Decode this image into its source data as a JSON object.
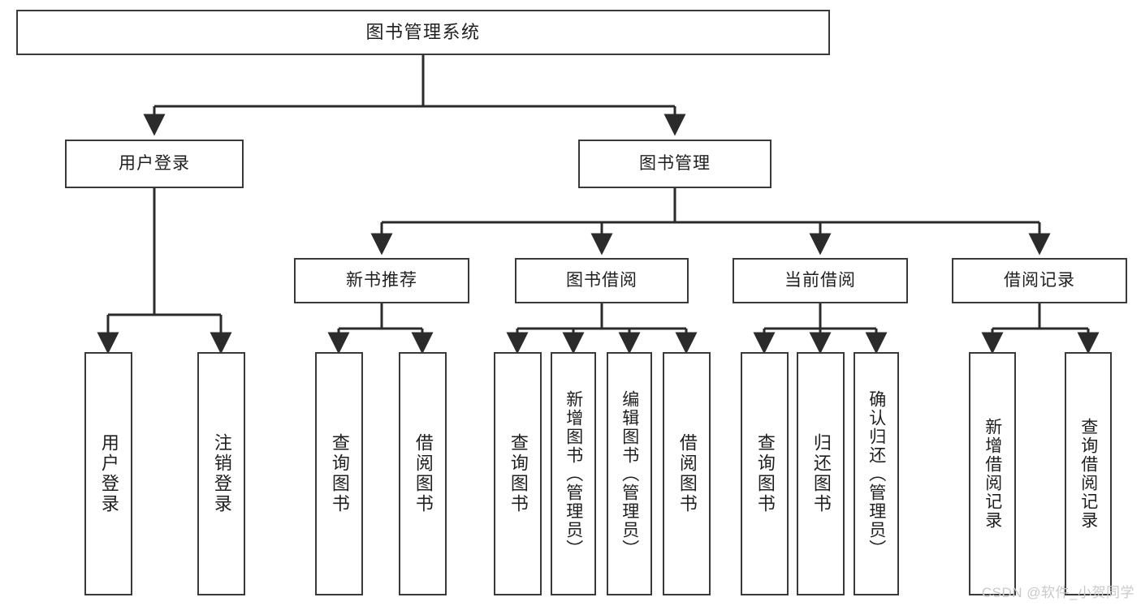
{
  "diagram": {
    "title": "图书管理系统",
    "type": "tree",
    "background_color": "#ffffff",
    "node_border_color": "#3a3a3a",
    "node_fill_color": "#ffffff",
    "edge_color": "#2b2b2b",
    "text_color": "#1f1f1f"
  },
  "watermark": {
    "text": "CSDN @软件_小贺同学",
    "color": "#c9c9c9"
  },
  "nodes": {
    "root": {
      "label": "图书管理系统"
    },
    "level2": [
      {
        "id": "user-login",
        "label": "用户登录"
      },
      {
        "id": "book-manage",
        "label": "图书管理"
      }
    ],
    "level3": [
      {
        "id": "new-book-recommend",
        "label": "新书推荐"
      },
      {
        "id": "book-borrow",
        "label": "图书借阅"
      },
      {
        "id": "current-borrow",
        "label": "当前借阅"
      },
      {
        "id": "borrow-record",
        "label": "借阅记录"
      }
    ],
    "leaves": {
      "user_login": [
        {
          "id": "leaf-user-login",
          "label": "用户登录"
        },
        {
          "id": "leaf-logout-login",
          "label": "注销登录"
        }
      ],
      "new_book_recommend": [
        {
          "id": "leaf-query-book-1",
          "label": "查询图书"
        },
        {
          "id": "leaf-borrow-book-1",
          "label": "借阅图书"
        }
      ],
      "book_borrow": [
        {
          "id": "leaf-query-book-2",
          "label": "查询图书"
        },
        {
          "id": "leaf-add-book",
          "label": "新增图书（管理员）"
        },
        {
          "id": "leaf-edit-book",
          "label": "编辑图书（管理员）"
        },
        {
          "id": "leaf-borrow-book-2",
          "label": "借阅图书"
        }
      ],
      "current_borrow": [
        {
          "id": "leaf-query-book-3",
          "label": "查询图书"
        },
        {
          "id": "leaf-return-book",
          "label": "归还图书"
        },
        {
          "id": "leaf-confirm-return",
          "label": "确认归还（管理员）"
        }
      ],
      "borrow_record": [
        {
          "id": "leaf-add-record",
          "label": "新增借阅记录"
        },
        {
          "id": "leaf-query-record",
          "label": "查询借阅记录"
        }
      ]
    }
  }
}
